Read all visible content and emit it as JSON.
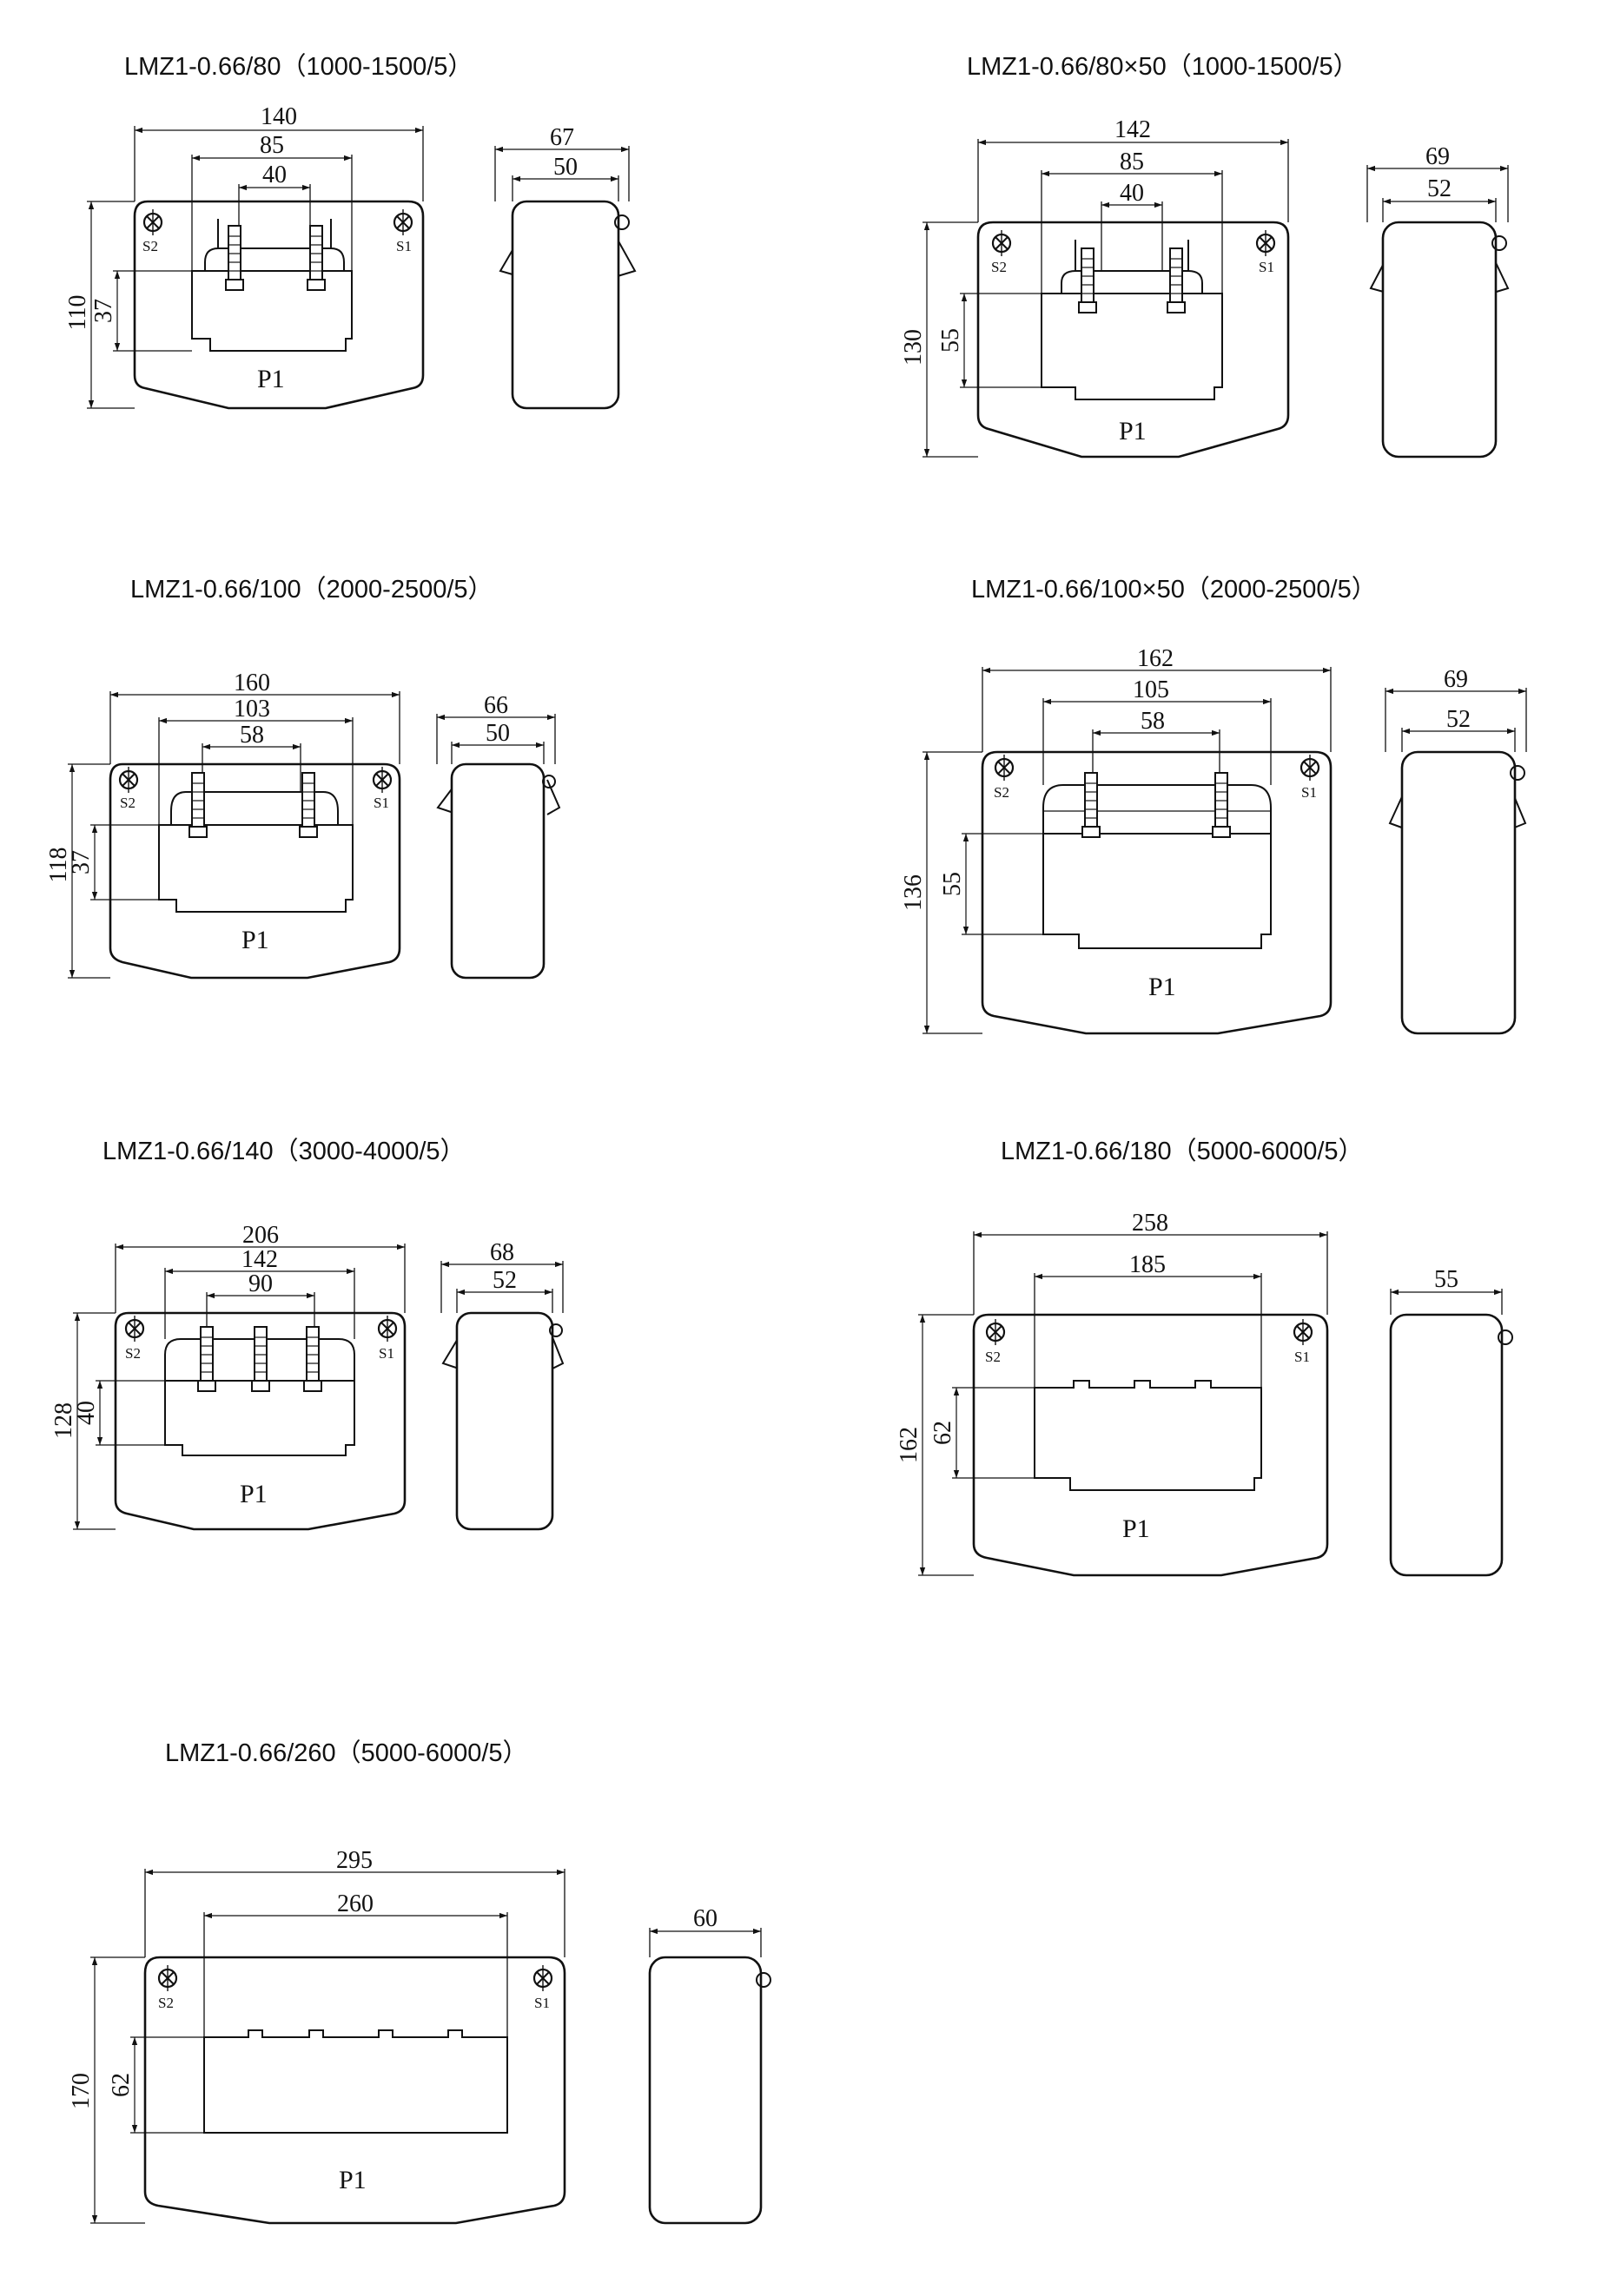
{
  "drawings": [
    {
      "title": "LMZ1-0.66/80（1000-1500/5）",
      "front": {
        "w": "140",
        "mid": "85",
        "inner": "40",
        "h": "110",
        "sub": "37"
      },
      "side": {
        "w": "67",
        "inner": "50"
      },
      "labels": {
        "s2": "S2",
        "s1": "S1",
        "p1": "P1"
      }
    },
    {
      "title": "LMZ1-0.66/80×50（1000-1500/5）",
      "front": {
        "w": "142",
        "mid": "85",
        "inner": "40",
        "h": "130",
        "sub": "55"
      },
      "side": {
        "w": "69",
        "inner": "52"
      },
      "labels": {
        "s2": "S2",
        "s1": "S1",
        "p1": "P1"
      }
    },
    {
      "title": "LMZ1-0.66/100（2000-2500/5）",
      "front": {
        "w": "160",
        "mid": "103",
        "inner": "58",
        "h": "118",
        "sub": "37"
      },
      "side": {
        "w": "66",
        "inner": "50"
      },
      "labels": {
        "s2": "S2",
        "s1": "S1",
        "p1": "P1"
      }
    },
    {
      "title": "LMZ1-0.66/100×50（2000-2500/5）",
      "front": {
        "w": "162",
        "mid": "105",
        "inner": "58",
        "h": "136",
        "sub": "55"
      },
      "side": {
        "w": "69",
        "inner": "52"
      },
      "labels": {
        "s2": "S2",
        "s1": "S1",
        "p1": "P1"
      }
    },
    {
      "title": "LMZ1-0.66/140（3000-4000/5）",
      "front": {
        "w": "206",
        "mid": "142",
        "inner": "90",
        "h": "128",
        "sub": "40"
      },
      "side": {
        "w": "68",
        "inner": "52"
      },
      "labels": {
        "s2": "S2",
        "s1": "S1",
        "p1": "P1"
      }
    },
    {
      "title": "LMZ1-0.66/180（5000-6000/5）",
      "front": {
        "w": "258",
        "mid": "185",
        "h": "162",
        "sub": "62"
      },
      "side": {
        "w": "55"
      },
      "labels": {
        "s2": "S2",
        "s1": "S1",
        "p1": "P1"
      }
    },
    {
      "title": "LMZ1-0.66/260（5000-6000/5）",
      "front": {
        "w": "295",
        "mid": "260",
        "h": "170",
        "sub": "62"
      },
      "side": {
        "w": "60"
      },
      "labels": {
        "s2": "S2",
        "s1": "S1",
        "p1": "P1"
      }
    }
  ]
}
